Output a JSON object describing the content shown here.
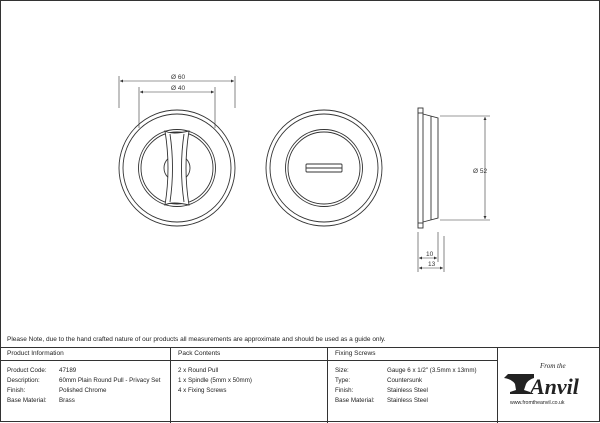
{
  "drawing": {
    "dim_outer_diameter": "Ø 60",
    "dim_inner_diameter": "Ø 40",
    "dim_height": "Ø 52",
    "dim_depth_inner": "10",
    "dim_depth_outer": "13"
  },
  "note": "Please Note, due to the hand crafted nature of our products all measurements are approximate and should be used as a guide only.",
  "product_info": {
    "header": "Product Information",
    "rows": [
      {
        "label": "Product Code:",
        "value": "47189"
      },
      {
        "label": "Description:",
        "value": "60mm Plain Round Pull - Privacy Set"
      },
      {
        "label": "Finish:",
        "value": "Polished Chrome"
      },
      {
        "label": "Base Material:",
        "value": "Brass"
      }
    ]
  },
  "pack_contents": {
    "header": "Pack Contents",
    "items": [
      "2 x Round Pull",
      "1 x Spindle (5mm x 50mm)",
      "4 x Fixing Screws"
    ]
  },
  "fixing_screws": {
    "header": "Fixing Screws",
    "rows": [
      {
        "label": "Size:",
        "value": "Gauge 6 x 1/2\" (3.5mm x 13mm)"
      },
      {
        "label": "Type:",
        "value": "Countersunk"
      },
      {
        "label": "Finish:",
        "value": "Stainless Steel"
      },
      {
        "label": "Base Material:",
        "value": "Stainless Steel"
      }
    ]
  },
  "logo": {
    "from_text": "From the",
    "brand": "Anvil",
    "url": "www.fromtheanvil.co.uk"
  }
}
